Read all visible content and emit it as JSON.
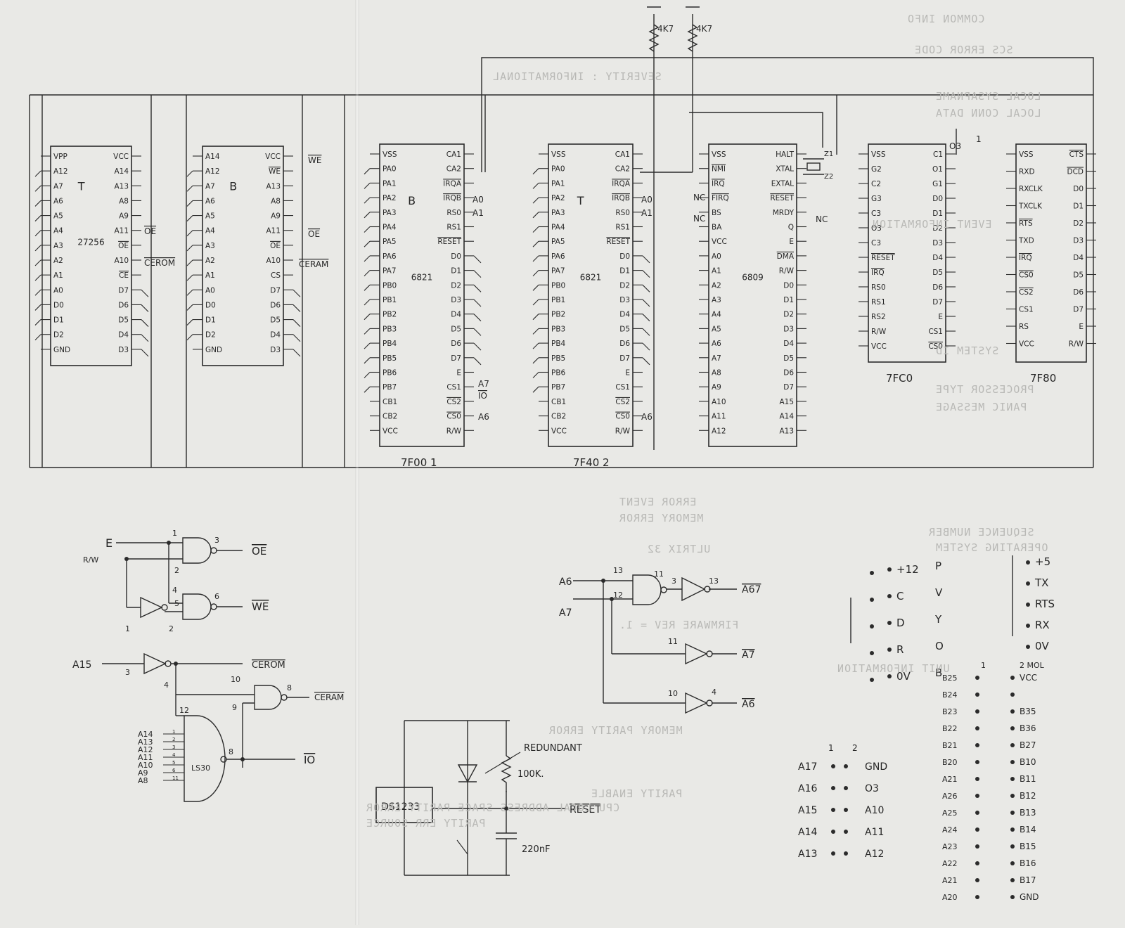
{
  "chips": [
    {
      "id": "27256",
      "label": "27256",
      "marker": "T",
      "address": "",
      "left": [
        "VPP",
        "A12",
        "A7",
        "A6",
        "A5",
        "A4",
        "A3",
        "A2",
        "A1",
        "A0",
        "D0",
        "D1",
        "D2",
        "GND"
      ],
      "right": [
        "VCC",
        "A14",
        "A13",
        "A8",
        "A9",
        "A11",
        "OE",
        "A10",
        "CE",
        "D7",
        "D6",
        "D5",
        "D4",
        "D3"
      ],
      "signals": [
        "OE",
        "CEROM"
      ]
    },
    {
      "id": "ram",
      "label": "",
      "marker": "B",
      "address": "",
      "left": [
        "A14",
        "A12",
        "A7",
        "A6",
        "A5",
        "A4",
        "A3",
        "A2",
        "A1",
        "A0",
        "D0",
        "D1",
        "D2",
        "GND"
      ],
      "right": [
        "VCC",
        "WE",
        "A13",
        "A8",
        "A9",
        "A11",
        "OE",
        "A10",
        "CS",
        "D7",
        "D6",
        "D5",
        "D4",
        "D3"
      ],
      "signals": [
        "WE",
        "OE",
        "CERAM"
      ]
    },
    {
      "id": "pia1",
      "label": "6821",
      "marker": "B",
      "address": "7F00 1",
      "left": [
        "VSS",
        "PA0",
        "PA1",
        "PA2",
        "PA3",
        "PA4",
        "PA5",
        "PA6",
        "PA7",
        "PB0",
        "PB1",
        "PB2",
        "PB3",
        "PB4",
        "PB5",
        "PB6",
        "PB7",
        "CB1",
        "CB2",
        "VCC"
      ],
      "right": [
        "CA1",
        "CA2",
        "IRQA",
        "IRQB",
        "RS0",
        "RS1",
        "RESET",
        "D0",
        "D1",
        "D2",
        "D3",
        "D4",
        "D5",
        "D6",
        "D7",
        "E",
        "CS1",
        "CS2",
        "CS0",
        "R/W"
      ],
      "signals": [
        "A0",
        "A1",
        "A7",
        "IO",
        "A6"
      ]
    },
    {
      "id": "pia2",
      "label": "6821",
      "marker": "T",
      "address": "7F40 2",
      "left": [
        "VSS",
        "PA0",
        "PA1",
        "PA2",
        "PA3",
        "PA4",
        "PA5",
        "PA6",
        "PA7",
        "PB0",
        "PB1",
        "PB2",
        "PB3",
        "PB4",
        "PB5",
        "PB6",
        "PB7",
        "CB1",
        "CB2",
        "VCC"
      ],
      "right": [
        "CA1",
        "CA2",
        "IRQA",
        "IRQB",
        "RS0",
        "RS1",
        "RESET",
        "D0",
        "D1",
        "D2",
        "D3",
        "D4",
        "D5",
        "D6",
        "D7",
        "E",
        "CS1",
        "CS2",
        "CS0",
        "R/W"
      ],
      "signals": [
        "A0",
        "A1",
        "A6"
      ]
    },
    {
      "id": "cpu",
      "label": "6809",
      "marker": "",
      "address": "",
      "left": [
        "VSS",
        "NMI",
        "IRQ",
        "FIRQ",
        "BS",
        "BA",
        "VCC",
        "A0",
        "A1",
        "A2",
        "A3",
        "A4",
        "A5",
        "A6",
        "A7",
        "A8",
        "A9",
        "A10",
        "A11",
        "A12"
      ],
      "right": [
        "HALT",
        "XTAL",
        "EXTAL",
        "RESET",
        "MRDY",
        "Q",
        "E",
        "DMA",
        "R/W",
        "D0",
        "D1",
        "D2",
        "D3",
        "D4",
        "D5",
        "D6",
        "D7",
        "A15",
        "A14",
        "A13"
      ],
      "signals": [
        "NC",
        "NC",
        "NC"
      ]
    },
    {
      "id": "ptm",
      "label": "",
      "marker": "",
      "address": "7FC0",
      "left": [
        "VSS",
        "G2",
        "C2",
        "G3",
        "C3",
        "O3",
        "C3",
        "RESET",
        "IRQ",
        "RS0",
        "RS1",
        "RS2",
        "R/W",
        "VCC"
      ],
      "right": [
        "C1",
        "O1",
        "G1",
        "D0",
        "D1",
        "D2",
        "D3",
        "D4",
        "D5",
        "D6",
        "D7",
        "E",
        "CS1",
        "CS0"
      ],
      "signals": [
        "O3"
      ]
    },
    {
      "id": "acia",
      "label": "",
      "marker": "",
      "address": "7F80",
      "left": [
        "VSS",
        "RXD",
        "RXCLK",
        "TXCLK",
        "RTS",
        "TXD",
        "IRQ",
        "CS0",
        "CS2",
        "CS1",
        "RS",
        "VCC"
      ],
      "right": [
        "CTS",
        "DCD",
        "D0",
        "D1",
        "D2",
        "D3",
        "D4",
        "D5",
        "D6",
        "D7",
        "E",
        "R/W"
      ],
      "signals": [
        "1"
      ]
    }
  ],
  "pullups": [
    "4K7",
    "4K7"
  ],
  "crystal": {
    "pins": [
      "Z1",
      "Z2"
    ]
  },
  "logic": {
    "inputs": [
      "E",
      "R/W",
      "A15",
      "A6",
      "A7"
    ],
    "outputs": [
      "OE",
      "WE",
      "CEROM",
      "CERAM",
      "IO",
      "A67",
      "A7",
      "A6"
    ],
    "pin_numbers": [
      "1",
      "2",
      "3",
      "4",
      "5",
      "6",
      "1",
      "2",
      "3",
      "4",
      "10",
      "9",
      "8",
      "12",
      "8",
      "13",
      "12",
      "11",
      "3",
      "13",
      "11",
      "10",
      "4"
    ],
    "ls30": {
      "label": "LS30",
      "inputs": [
        "A14",
        "A13",
        "A12",
        "A11",
        "A10",
        "A9",
        "A8"
      ],
      "pins": [
        "1",
        "2",
        "3",
        "4",
        "5",
        "6",
        "11"
      ]
    }
  },
  "reset": {
    "chip": "DS1233",
    "resistor": "100K.",
    "note": "REDUNDANT",
    "cap": "220nF",
    "signal": "RESET"
  },
  "serial_connector": {
    "left": [
      "+12",
      "C",
      "D",
      "R",
      "0V"
    ],
    "mid": [
      "P",
      "V",
      "Y",
      "O",
      "B"
    ],
    "right": [
      "+5",
      "TX",
      "RTS",
      "RX",
      "0V"
    ]
  },
  "header_left": {
    "numbers": [
      "1",
      "2"
    ],
    "rows": [
      [
        "A17",
        "GND"
      ],
      [
        "A16",
        "O3"
      ],
      [
        "A15",
        "A10"
      ],
      [
        "A14",
        "A11"
      ],
      [
        "A13",
        "A12"
      ]
    ]
  },
  "header_right": {
    "top": [
      "1",
      "2 MOL"
    ],
    "rows": [
      [
        "B25",
        "VCC"
      ],
      [
        "B24",
        ""
      ],
      [
        "B23",
        "B35"
      ],
      [
        "B22",
        "B36"
      ],
      [
        "B21",
        "B27"
      ],
      [
        "B20",
        "B10"
      ],
      [
        "A21",
        "B11"
      ],
      [
        "A26",
        "B12"
      ],
      [
        "A25",
        "B13"
      ],
      [
        "A24",
        "B14"
      ],
      [
        "A23",
        "B15"
      ],
      [
        "A22",
        "B16"
      ],
      [
        "A21",
        "B17"
      ],
      [
        "A20",
        "GND"
      ]
    ]
  },
  "ghost_text": [
    "COMMON INFO",
    "SCS ERROR CODE",
    "SEVERITY : INFORMATIONAL",
    "LOCAL SYSAPNAME",
    "LOCAL CONN DATA",
    "EVENT INFORMATION",
    "ERROR EVENT",
    "MEMORY ERROR",
    "ULTRIX 32",
    "FIRMWARE REV = 1.",
    "UNIT INFORMATION",
    "MEMORY PARITY ERROR",
    "PARITY ENABLE",
    "CPU LOCAL ADDRESS SPACE PARITY ERROR",
    "PARITY ERR SOURCE",
    "PROCESSOR TYPE",
    "PANIC MESSAGE",
    "SYSTEM ID",
    "OPERATING SYSTEM",
    "SEQUENCE NUMBER"
  ]
}
